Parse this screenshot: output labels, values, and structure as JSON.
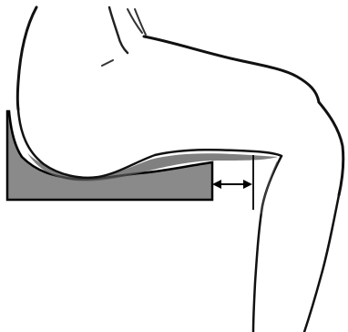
{
  "diagram": {
    "subject": "seated-thigh-and-knee-over-cushion",
    "annotation": "clearance-gap-between-cushion-front-edge-and-back-of-knee",
    "arrow": "double-headed-horizontal-arrow",
    "colors": {
      "background": "#ffffff",
      "cushion_fill": "#8a8a8a",
      "cushion_edge": "#000000",
      "outline": "#111111",
      "shading": "#555555",
      "arrow": "#000000"
    }
  }
}
